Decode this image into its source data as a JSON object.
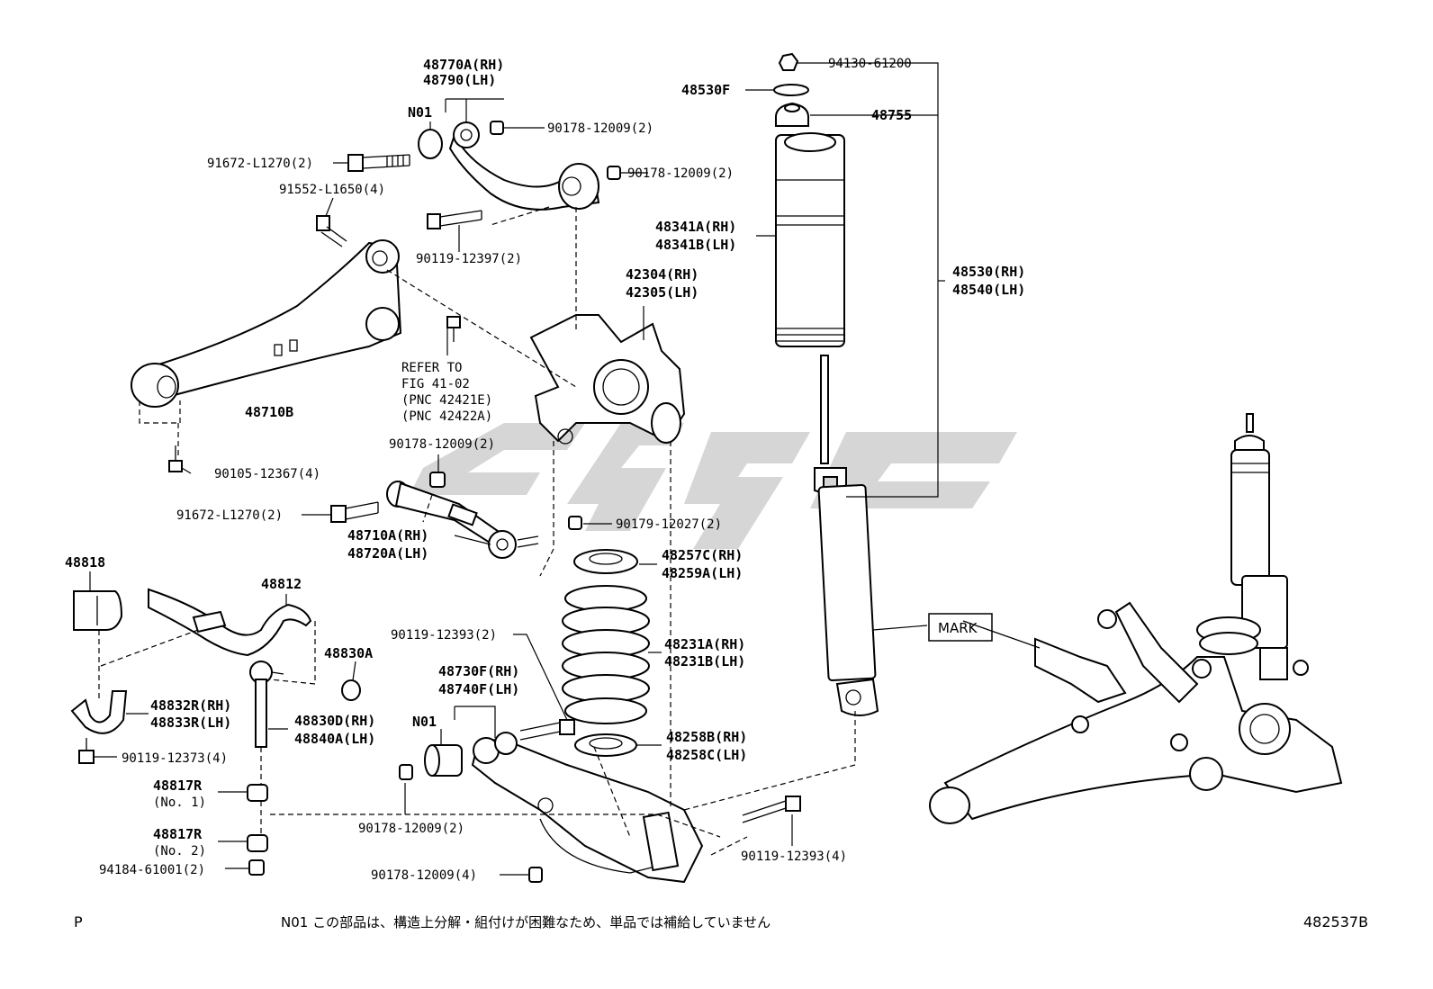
{
  "labels": {
    "arm_upper_rh": "48770A(RH)",
    "arm_upper_lh": "48790(LH)",
    "n01_top": "N01",
    "nut_90178_a": "90178-12009(2)",
    "nut_90178_b": "90178-12009(2)",
    "bolt_91672_top": "91672-L1270(2)",
    "bolt_91552": "91552-L1650(4)",
    "bolt_90119_12397": "90119-12397(2)",
    "arm_48710b": "48710B",
    "refer_1": "REFER TO",
    "refer_2": "FIG 41-02",
    "refer_3": "(PNC 42421E)",
    "refer_4": "(PNC 42422A)",
    "knuckle_rh": "42304(RH)",
    "knuckle_lh": "42305(LH)",
    "nut_90178_c": "90178-12009(2)",
    "bolt_90105": "90105-12367(4)",
    "bolt_91672_mid": "91672-L1270(2)",
    "nut_90179": "90179-12027(2)",
    "link_rh": "48710A(RH)",
    "link_lh": "48720A(LH)",
    "nut_94130": "94130-61200",
    "mount_48530f": "48530F",
    "bound_48755": "48755",
    "boot_rh": "48341A(RH)",
    "boot_lh": "48341B(LH)",
    "shock_rh": "48530(RH)",
    "shock_lh": "48540(LH)",
    "insul_upper_rh": "48257C(RH)",
    "insul_upper_lh": "48259A(LH)",
    "spring_rh": "48231A(RH)",
    "spring_lh": "48231B(LH)",
    "insul_lower_rh": "48258B(RH)",
    "insul_lower_lh": "48258C(LH)",
    "mark": "MARK",
    "bush_48818": "48818",
    "stab_48812": "48812",
    "bush_48830a": "48830A",
    "bracket_rh": "48832R(RH)",
    "bracket_lh": "48833R(LH)",
    "stablink_rh": "48830D(RH)",
    "stablink_lh": "48840A(LH)",
    "bolt_90119_12373": "90119-12373(4)",
    "cushion_no1": "48817R",
    "cushion_no1_sub": "(No. 1)",
    "cushion_no2": "48817R",
    "cushion_no2_sub": "(No. 2)",
    "nut_94184": "94184-61001(2)",
    "bolt_90119_12393_a": "90119-12393(2)",
    "lowerarm_rh": "48730F(RH)",
    "lowerarm_lh": "48740F(LH)",
    "n01_bottom": "N01",
    "nut_90178_d": "90178-12009(2)",
    "nut_90178_e": "90178-12009(4)",
    "bolt_90119_12393_b": "90119-12393(4)"
  },
  "footer": {
    "left": "P",
    "note": "N01  この部品は、構造上分解・組付けが困難なため、単品では補給していません",
    "code": "482537B"
  }
}
